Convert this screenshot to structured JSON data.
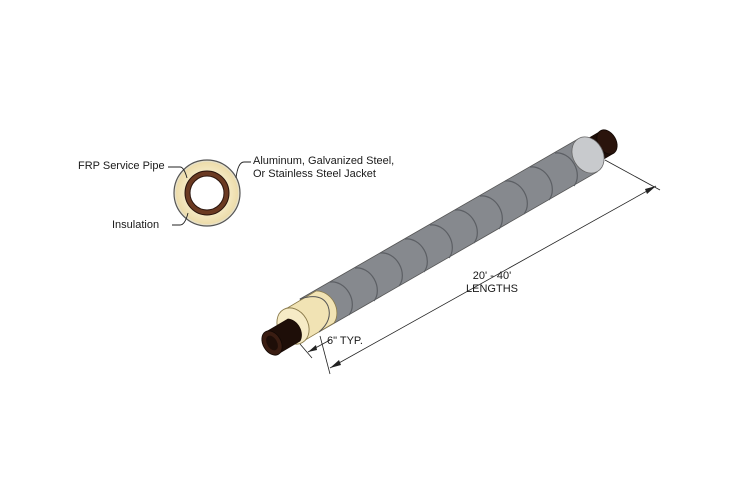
{
  "labels": {
    "service_pipe": "FRP Service Pipe",
    "insulation": "Insulation",
    "jacket_line1": "Aluminum, Galvanized Steel,",
    "jacket_line2": "Or Stainless Steel Jacket",
    "length_line1": "20' - 40'",
    "length_line2": "LENGTHS",
    "typ": "6\" TYP."
  },
  "colors": {
    "insulation": "#f4e8bf",
    "service_pipe": "#3a1d12",
    "jacket_light": "#e6e7e9",
    "jacket_dark": "#9b9ea3",
    "line": "#222222"
  }
}
